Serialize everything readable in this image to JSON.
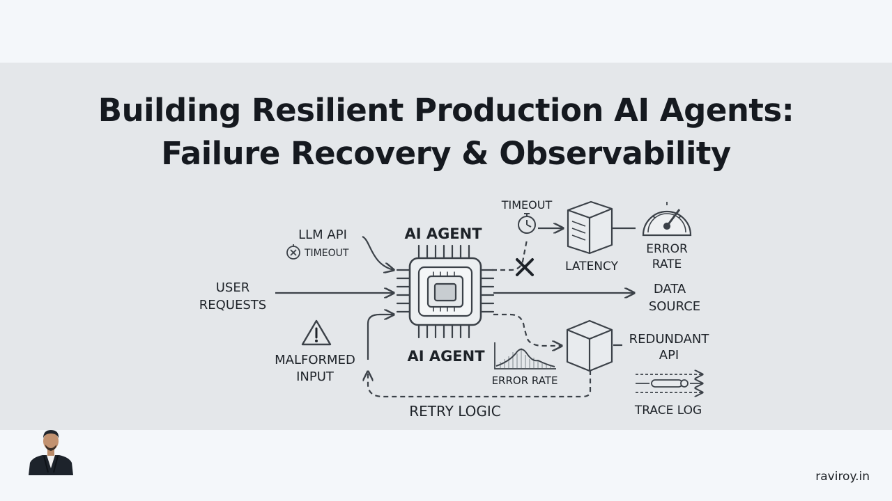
{
  "title": {
    "line1": "Building Resilient Production AI Agents:",
    "line2": "Failure Recovery & Observability"
  },
  "diagram": {
    "agent_top": "AI AGENT",
    "agent_bottom": "AI AGENT",
    "llm_api": "LLM API",
    "llm_timeout": "TIMEOUT",
    "user_requests_1": "USER",
    "user_requests_2": "REQUESTS",
    "malformed_1": "MALFORMED",
    "malformed_2": "INPUT",
    "timeout_top": "TIMEOUT",
    "latency": "LATENCY",
    "error_rate_1": "ERROR",
    "error_rate_2": "RATE",
    "data_source_1": "DATA",
    "data_source_2": "SOURCE",
    "redundant_1": "REDUNDANT",
    "redundant_2": "API",
    "error_rate_chart": "ERROR RATE",
    "trace_log": "TRACE LOG",
    "retry_logic": "RETRY LOGIC"
  },
  "footer": {
    "site": "raviroy.in"
  },
  "icons": [
    "cpu-chip-icon",
    "timeout-x-icon",
    "stopwatch-icon",
    "server-icon",
    "gauge-icon",
    "warning-icon",
    "failure-x-icon",
    "cube-icon",
    "error-chart-icon",
    "trace-log-icon",
    "author-avatar"
  ]
}
